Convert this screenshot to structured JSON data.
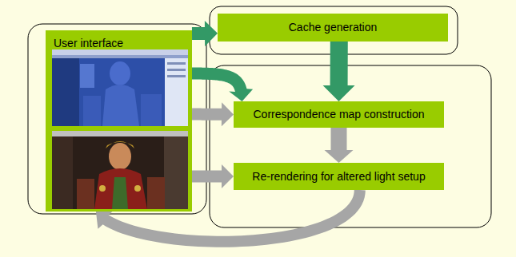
{
  "diagram": {
    "nodes": [
      {
        "text": [
          "User interface"
        ]
      },
      {
        "text": [
          "Cache generation"
        ]
      },
      {
        "text": [
          "Correspondence map construction"
        ]
      },
      {
        "text": [
          "Re-rendering for altered light setup"
        ]
      }
    ],
    "edges": [
      {
        "from": 0,
        "to": 1,
        "arrow": "to"
      },
      {
        "from": 0,
        "to": 2,
        "arrow": "to"
      },
      {
        "from": 1,
        "to": 2,
        "arrow": "to"
      },
      {
        "from": 0,
        "to": 2,
        "arrow": "to"
      },
      {
        "from": 2,
        "to": 3,
        "arrow": "to"
      },
      {
        "from": 0,
        "to": 3,
        "arrow": "to"
      },
      {
        "from": 3,
        "to": 0,
        "arrow": "to"
      }
    ]
  }
}
